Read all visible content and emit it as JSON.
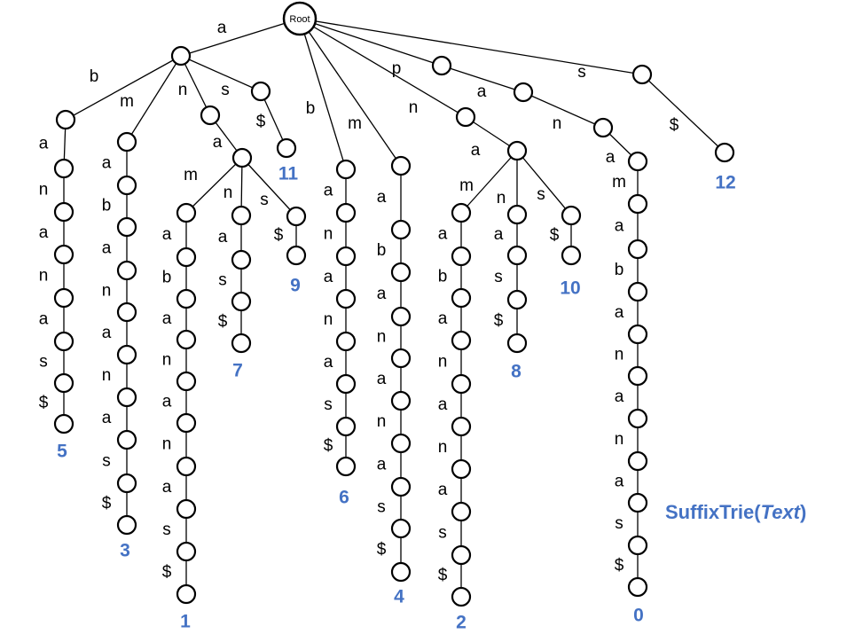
{
  "root_label": "Root",
  "title": {
    "prefix": "SuffixTrie(",
    "italic": "Text",
    "suffix": ")"
  },
  "colors": {
    "suffix_label": "#4472c4",
    "line": "#000000"
  },
  "trie": {
    "paths": [
      {
        "id": "s5",
        "edges": [
          "a",
          "b",
          "a",
          "n",
          "a",
          "n",
          "a",
          "s",
          "$"
        ],
        "suffix": "5"
      },
      {
        "id": "s3",
        "edges": [
          "m",
          "a",
          "b",
          "a",
          "n",
          "a",
          "n",
          "a",
          "s",
          "$"
        ],
        "suffix": "3"
      },
      {
        "id": "s1",
        "edges": [
          "m",
          "a",
          "b",
          "a",
          "n",
          "a",
          "n",
          "a",
          "s",
          "$"
        ],
        "suffix": "1"
      },
      {
        "id": "s7",
        "edges": [
          "a",
          "s",
          "$"
        ],
        "suffix": "7"
      },
      {
        "id": "s9",
        "edges": [
          "$"
        ],
        "suffix": "9"
      },
      {
        "id": "s11",
        "edges": [
          "$"
        ],
        "suffix": "11"
      },
      {
        "id": "s6",
        "edges": [
          "b",
          "a",
          "n",
          "a",
          "n",
          "a",
          "s",
          "$"
        ],
        "suffix": "6"
      },
      {
        "id": "s4",
        "edges": [
          "m",
          "a",
          "b",
          "a",
          "n",
          "a",
          "n",
          "a",
          "s",
          "$"
        ],
        "suffix": "4"
      },
      {
        "id": "s2",
        "edges": [
          "m",
          "a",
          "b",
          "a",
          "n",
          "a",
          "n",
          "a",
          "s",
          "$"
        ],
        "suffix": "2"
      },
      {
        "id": "s8",
        "edges": [
          "a",
          "s",
          "$"
        ],
        "suffix": "8"
      },
      {
        "id": "s10",
        "edges": [
          "$"
        ],
        "suffix": "10"
      },
      {
        "id": "s0",
        "edges": [
          "p",
          "a",
          "n",
          "a",
          "m",
          "a",
          "b",
          "a",
          "n",
          "a",
          "n",
          "a",
          "s",
          "$"
        ],
        "suffix": "0"
      },
      {
        "id": "s12",
        "edges": [
          "s",
          "$"
        ],
        "suffix": "12"
      }
    ],
    "inner_edges": {
      "a": "a",
      "a_b": "b",
      "a_m": "m",
      "a_n": "n",
      "a_s": "s",
      "a_s_dollar": "$",
      "a_n_a": "a",
      "a_n_a_m": "m",
      "a_n_a_n": "n",
      "a_n_a_s": "s",
      "b": "b",
      "m": "m",
      "n": "n",
      "n_a": "a",
      "n_a_m": "m",
      "n_a_n": "n",
      "n_a_s": "s",
      "s": "s"
    }
  }
}
